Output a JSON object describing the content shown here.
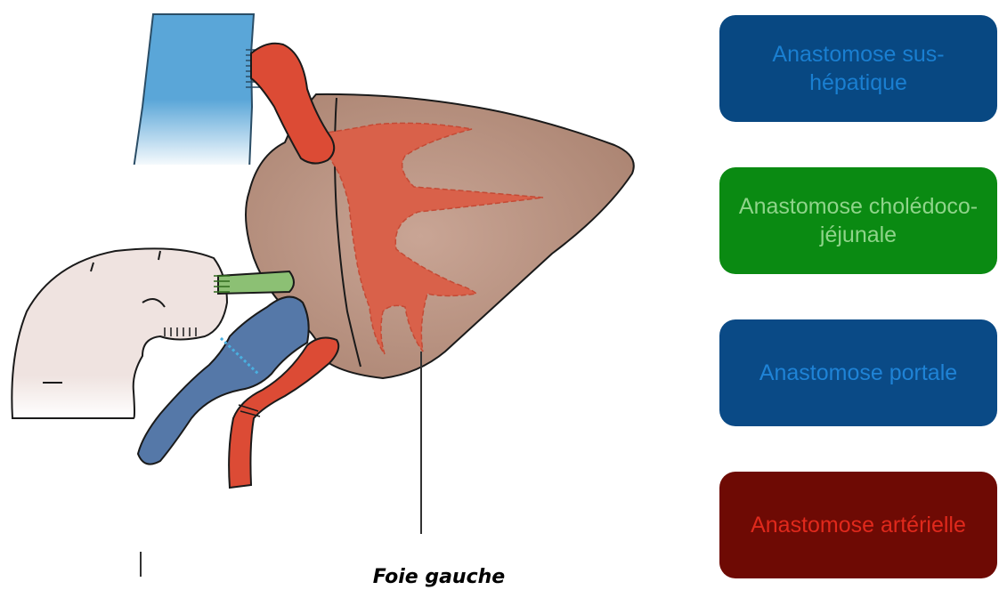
{
  "legend": [
    {
      "label": "Anastomose sus-hépatique",
      "bg": "#084882",
      "fg": "#1a7fd1"
    },
    {
      "label": "Anastomose cholédoco-jéjunale",
      "bg": "#0a8a12",
      "fg": "#8fd48a"
    },
    {
      "label": "Anastomose portale",
      "bg": "#0a4a86",
      "fg": "#1f83d6"
    },
    {
      "label": "Anastomose artérielle",
      "bg": "#6e0a04",
      "fg": "#e0291c"
    }
  ],
  "caption": "Foie gauche",
  "colors": {
    "liver": "#b48c78",
    "liver_vessels": "#d9614a",
    "hepatic_vein": "#dc4b35",
    "vena_cava": "#5aa6d8",
    "bile_duct": "#8cc074",
    "portal_vein": "#5578a8",
    "artery": "#dc4b35",
    "jejunum": "#efe3e0"
  }
}
